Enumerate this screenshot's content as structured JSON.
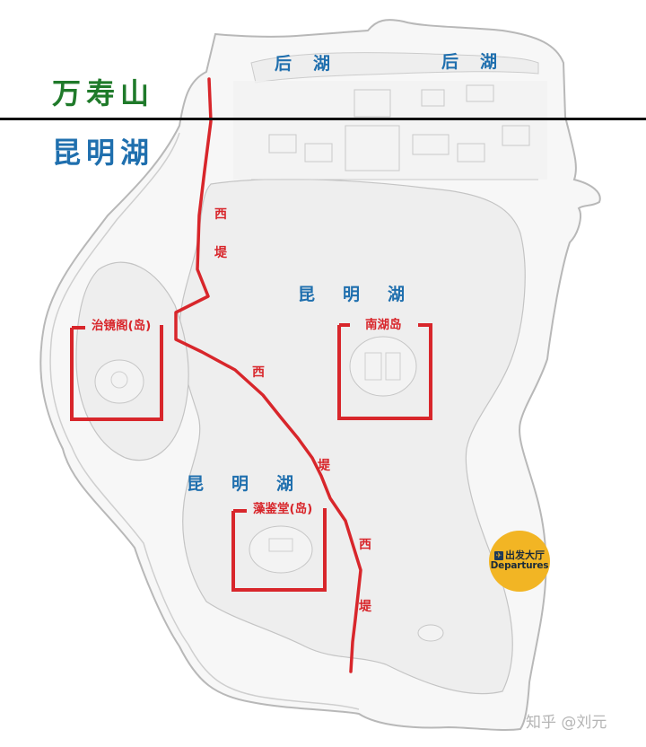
{
  "map": {
    "title_regions": {
      "mountain": "万寿山",
      "lake": "昆明湖"
    },
    "colors": {
      "mountain_label": "#1f7a2a",
      "lake_label": "#1f6fae",
      "route": "#d8262b",
      "land": "#f6f6f6",
      "water": "#eeeeee",
      "outline": "#b8b8b8",
      "divider": "#111111",
      "badge": "#f2b524"
    },
    "back_lake_labels": [
      {
        "chars": [
          "后",
          "湖"
        ]
      },
      {
        "chars": [
          "后",
          "湖"
        ]
      }
    ],
    "main_lake_labels": [
      {
        "chars": [
          "昆",
          "明",
          "湖"
        ]
      },
      {
        "chars": [
          "昆",
          "明",
          "湖"
        ]
      }
    ],
    "dike_labels": [
      {
        "chars": [
          "西",
          "堤"
        ]
      },
      {
        "chars": [
          "西"
        ]
      },
      {
        "chars": [
          "堤"
        ]
      },
      {
        "chars": [
          "西"
        ]
      },
      {
        "chars": [
          "堤"
        ]
      }
    ],
    "islands": [
      {
        "name": "治镜阁(岛)"
      },
      {
        "name": "南湖岛"
      },
      {
        "name": "藻鉴堂(岛)"
      }
    ],
    "badge": {
      "icon": "airplane-icon",
      "zh": "出发大厅",
      "en": "Departures"
    },
    "watermark": "知乎 @刘元"
  }
}
